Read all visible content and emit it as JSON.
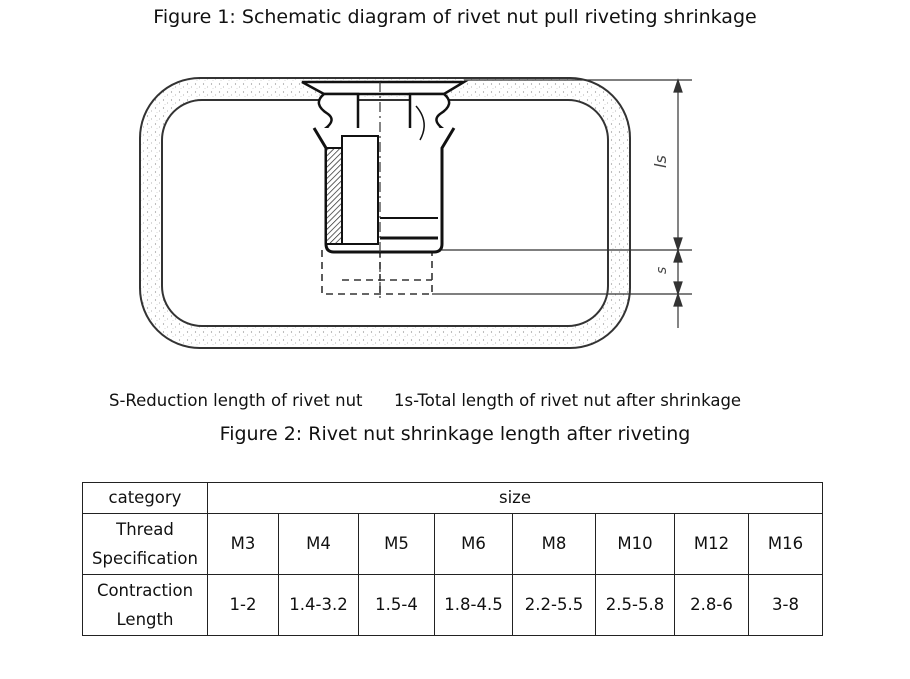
{
  "figure1": {
    "title": "Figure 1: Schematic diagram of rivet nut pull riveting shrinkage",
    "dim_ls": "ls",
    "dim_s": "s"
  },
  "legend": {
    "s": "S-Reduction length of rivet nut",
    "ls": "1s-Total length of rivet nut after shrinkage"
  },
  "figure2": {
    "title": "Figure 2: Rivet nut shrinkage length after riveting"
  },
  "table": {
    "category_header": "category",
    "size_header": "size",
    "thread_label_1": "Thread",
    "thread_label_2": "Specification",
    "contraction_label_1": "Contraction",
    "contraction_label_2": "Length",
    "threads": [
      "M3",
      "M4",
      "M5",
      "M6",
      "M8",
      "M10",
      "M12",
      "M16"
    ],
    "lengths": [
      "1-2",
      "1.4-3.2",
      "1.5-4",
      "1.8-4.5",
      "2.2-5.5",
      "2.5-5.8",
      "2.8-6",
      "3-8"
    ]
  }
}
